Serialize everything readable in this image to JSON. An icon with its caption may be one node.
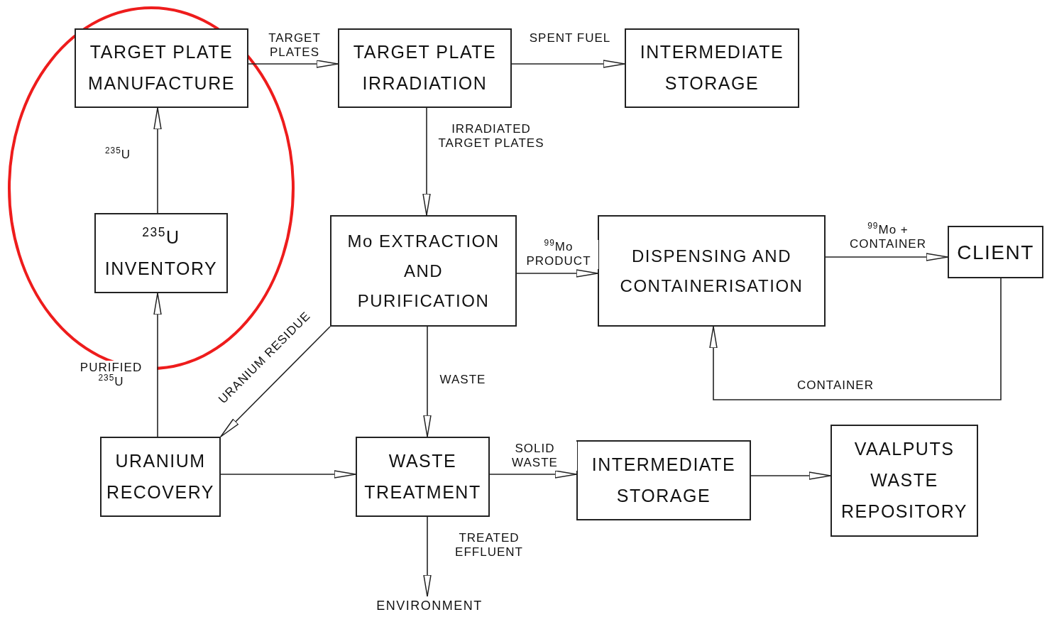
{
  "diagram": {
    "nodes": [
      {
        "text": [
          "TARGET PLATE MANUFACTURE"
        ]
      },
      {
        "text": [
          "TARGET PLATE IRRADIATION"
        ]
      },
      {
        "text": [
          "INTERMEDIATE STORAGE"
        ]
      },
      {
        "text": [
          "$^{235}$U INVENTORY"
        ]
      },
      {
        "text": [
          "Mo EXTRACTION AND PURIFICATION"
        ]
      },
      {
        "text": [
          "DISPENSING AND CONTAINERISATION"
        ]
      },
      {
        "text": [
          "CLIENT"
        ]
      },
      {
        "text": [
          "URANIUM RECOVERY"
        ]
      },
      {
        "text": [
          "WASTE TREATMENT"
        ]
      },
      {
        "text": [
          "INTERMEDIATE STORAGE"
        ]
      },
      {
        "text": [
          "VAALPUTS WASTE REPOSITORY"
        ]
      },
      {
        "text": [
          "ENVIRONMENT"
        ]
      }
    ],
    "edges": [
      {
        "from": 0,
        "to": 1,
        "arrow": "to",
        "label": "TARGET PLATES"
      },
      {
        "from": 1,
        "to": 2,
        "arrow": "to",
        "label": "SPENT FUEL"
      },
      {
        "from": 1,
        "to": 4,
        "arrow": "to",
        "label": "IRRADIATED TARGET PLATES"
      },
      {
        "from": 3,
        "to": 0,
        "arrow": "to",
        "label": "$^{235}$U"
      },
      {
        "from": 7,
        "to": 3,
        "arrow": "to",
        "label": "PURIFIED $^{235}$U"
      },
      {
        "from": 4,
        "to": 7,
        "arrow": "to",
        "label": "URANIUM RESIDUE"
      },
      {
        "from": 4,
        "to": 5,
        "arrow": "to",
        "label": "$^{99}$Mo PRODUCT"
      },
      {
        "from": 5,
        "to": 6,
        "arrow": "to",
        "label": "$^{99}$Mo + CONTAINER"
      },
      {
        "from": 6,
        "to": 5,
        "arrow": "to",
        "label": "CONTAINER"
      },
      {
        "from": 4,
        "to": 8,
        "arrow": "to",
        "label": "WASTE"
      },
      {
        "from": 7,
        "to": 8,
        "arrow": "to"
      },
      {
        "from": 8,
        "to": 9,
        "arrow": "to",
        "label": "SOLID WASTE"
      },
      {
        "from": 9,
        "to": 10,
        "arrow": "to"
      },
      {
        "from": 8,
        "to": 11,
        "arrow": "to",
        "label": "TREATED EFFLUENT"
      }
    ]
  }
}
